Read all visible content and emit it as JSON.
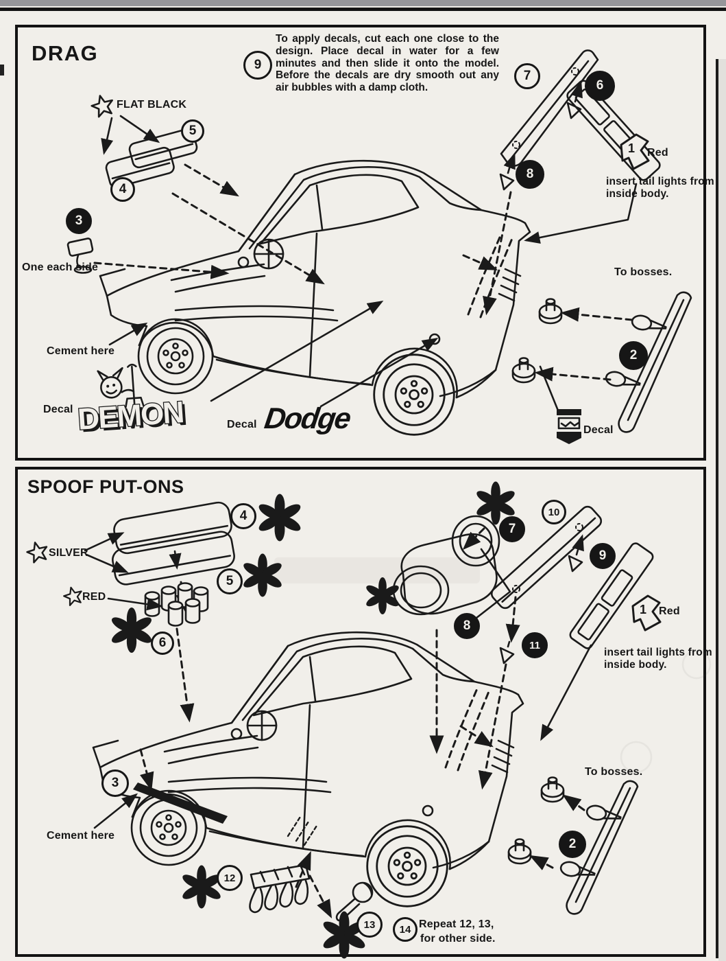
{
  "drag": {
    "title": "DRAG",
    "note_step": "9",
    "note": "To apply decals, cut each one close to the design. Place decal in water for a few minutes and then slide it onto the model. Before the decals are dry smooth out any air bubbles with a damp cloth.",
    "labels": {
      "flat_black": "FLAT BLACK",
      "one_each_side": "One each side",
      "cement_here": "Cement here",
      "decal_front": "Decal",
      "demon_logo": "DEMON",
      "decal_center": "Decal",
      "dodge_logo": "Dodge",
      "red": "Red",
      "insert_tail_lights": "insert tail lights from inside body.",
      "to_bosses": "To bosses.",
      "decal_rear": "Decal"
    },
    "steps": {
      "n1": "1",
      "n2": "2",
      "n3": "3",
      "n4": "4",
      "n5": "5",
      "n6": "6",
      "n7": "7",
      "n8": "8"
    }
  },
  "spoof": {
    "title": "SPOOF PUT-ONS",
    "labels": {
      "silver": "SILVER",
      "red_paint": "RED",
      "red": "Red",
      "insert_tail_lights": "insert tail lights from inside body.",
      "to_bosses": "To bosses.",
      "cement_here": "Cement here",
      "repeat_line1": "Repeat 12, 13,",
      "repeat_line2": "for other side."
    },
    "steps": {
      "n1": "1",
      "n2": "2",
      "n3": "3",
      "n4": "4",
      "n5": "5",
      "n6": "6",
      "n7": "7",
      "n8": "8",
      "n9": "9",
      "n10": "10",
      "n11": "11",
      "n12": "12",
      "n13": "13",
      "n14": "14"
    }
  },
  "colors": {
    "ink": "#1a1a1a",
    "paper": "#f1efea"
  }
}
